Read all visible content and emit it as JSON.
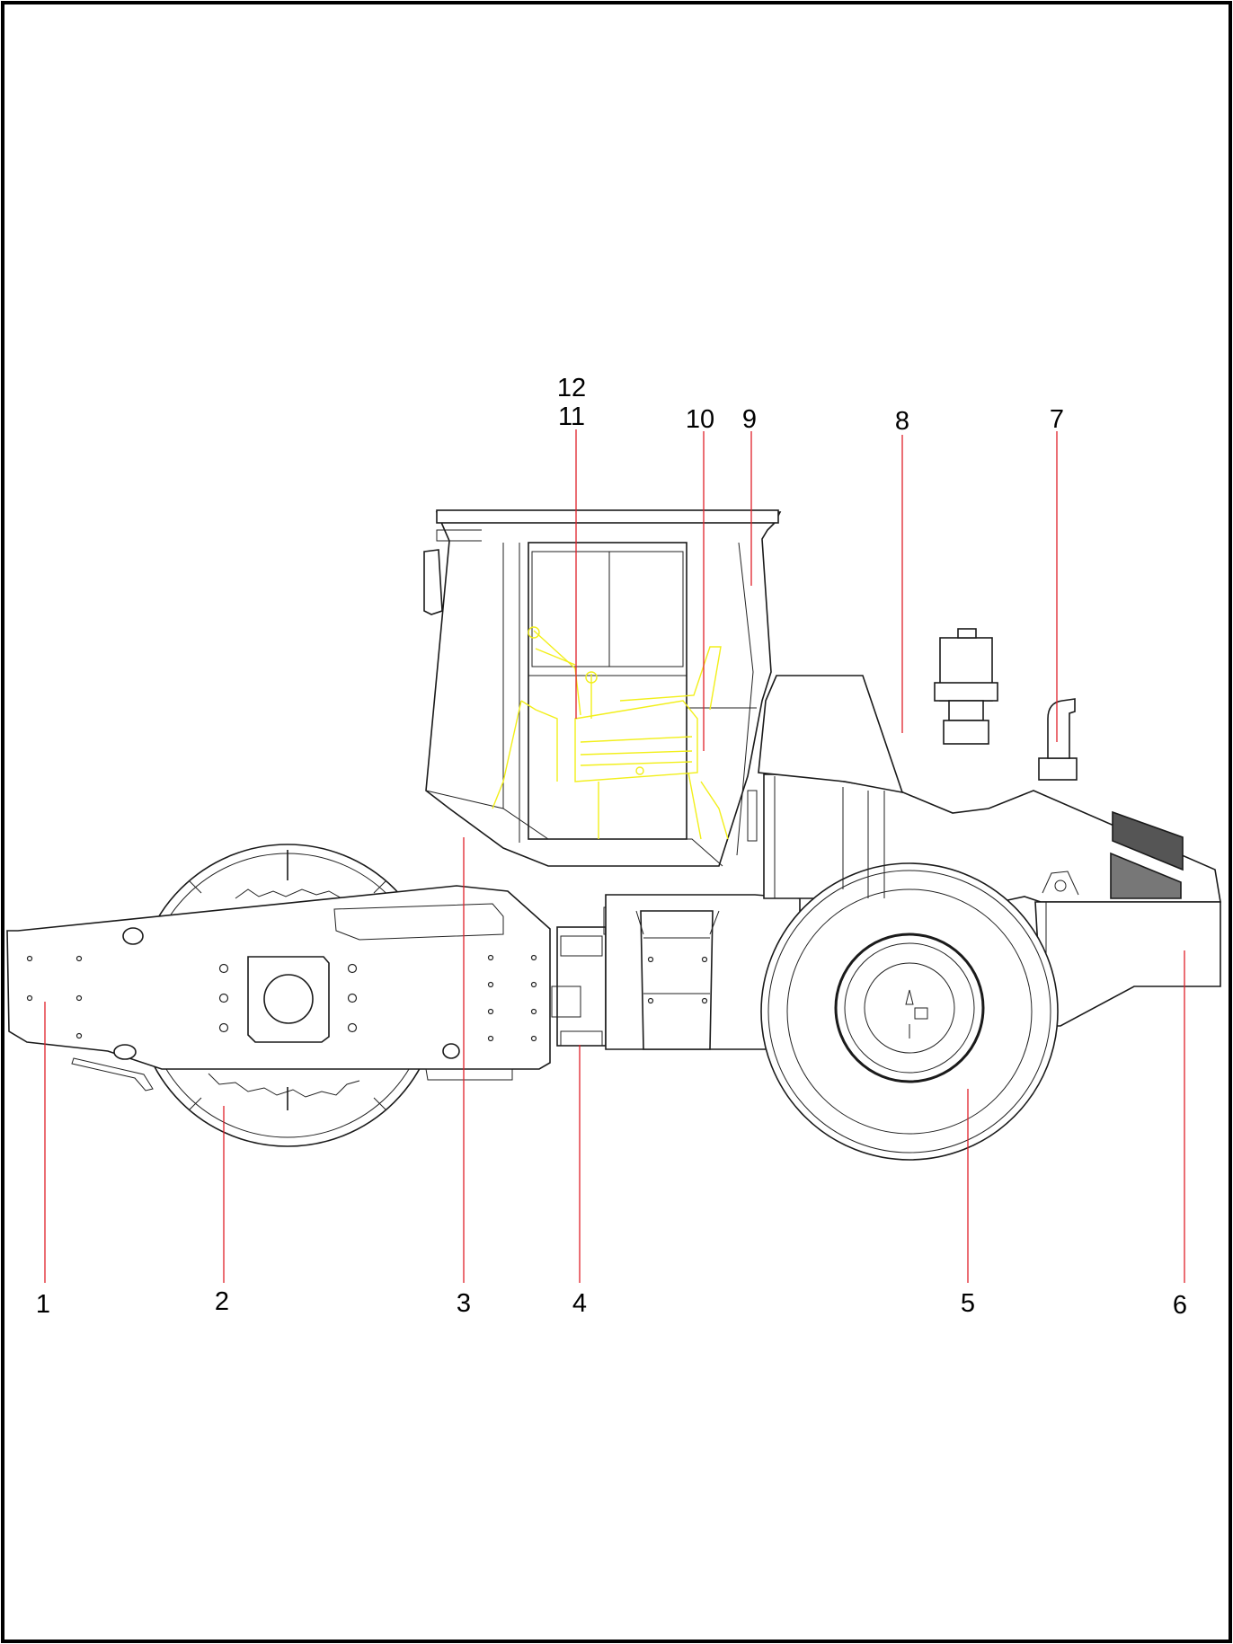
{
  "callouts": [
    {
      "id": "1",
      "label": "1"
    },
    {
      "id": "2",
      "label": "2"
    },
    {
      "id": "3",
      "label": "3"
    },
    {
      "id": "4",
      "label": "4"
    },
    {
      "id": "5",
      "label": "5"
    },
    {
      "id": "6",
      "label": "6"
    },
    {
      "id": "7",
      "label": "7"
    },
    {
      "id": "8",
      "label": "8"
    },
    {
      "id": "9",
      "label": "9"
    },
    {
      "id": "10",
      "label": "10"
    },
    {
      "id": "11",
      "label": "11"
    },
    {
      "id": "12",
      "label": "12"
    }
  ],
  "colors": {
    "leader_lines": "#e0202a",
    "operator_station_overlay": "#f2ef1a",
    "linework": "#1a1a1a"
  }
}
